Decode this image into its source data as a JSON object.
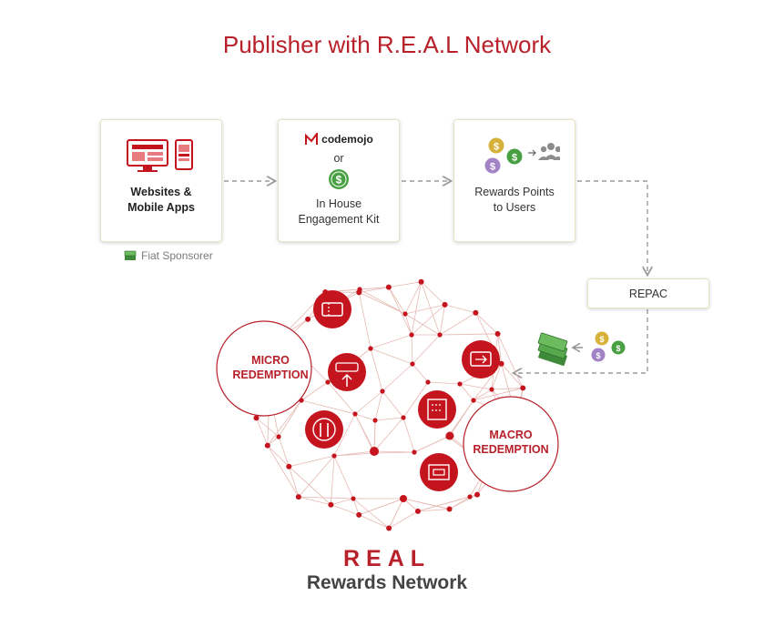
{
  "title": "Publisher with R.E.A.L Network",
  "cards": {
    "websites": {
      "line1": "Websites &",
      "line2": "Mobile Apps"
    },
    "engagement": {
      "brand": "codemojo",
      "or": "or",
      "line1": "In House",
      "line2": "Engagement Kit"
    },
    "rewards": {
      "line1": "Rewards Points",
      "line2": "to Users"
    },
    "repac": {
      "label": "REPAC"
    }
  },
  "fiat_sponsor": "Fiat Sponsorer",
  "micro_redemption": {
    "line1": "MICRO",
    "line2": "REDEMPTION"
  },
  "macro_redemption": {
    "line1": "MACRO",
    "line2": "REDEMPTION"
  },
  "network": {
    "title": "REAL",
    "subtitle": "Rewards Network"
  },
  "colors": {
    "brand_red": "#b8202a",
    "gold": "#c9a72c",
    "green": "#3f9a3a",
    "purple": "#9c7dc0",
    "gray_people": "#8c8c8c"
  },
  "icons": [
    "monitor-icon",
    "mobile-icon",
    "codemojo-logo-icon",
    "dollar-coin-icon",
    "users-icon",
    "money-stack-icon",
    "ticket-icon",
    "subscribe-icon",
    "food-icon",
    "flight-ticket-icon",
    "building-icon",
    "shop-icon"
  ]
}
